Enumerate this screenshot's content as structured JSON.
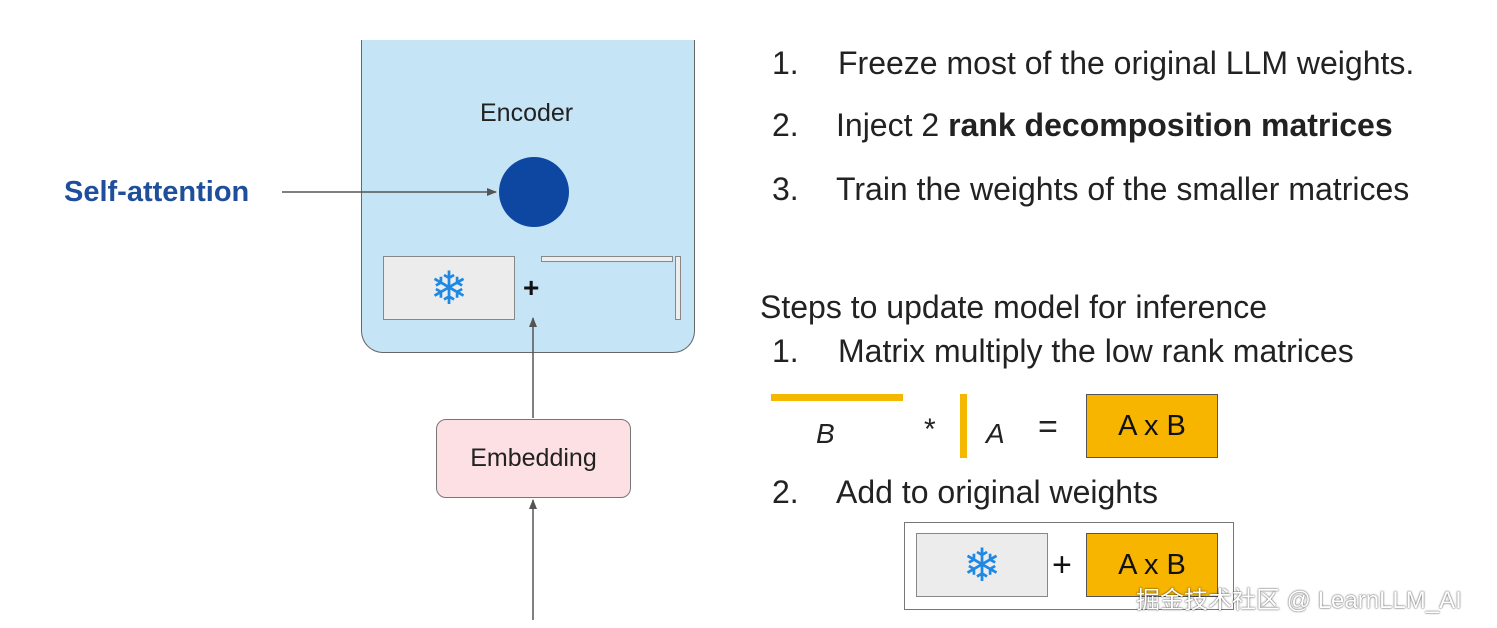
{
  "diagram": {
    "encoder_label": "Encoder",
    "self_attention_label": "Self-attention",
    "embedding_label": "Embedding",
    "frozen_icon": "snowflake-icon",
    "snowflake_glyph": "❄",
    "plus": "+"
  },
  "steps": {
    "s1_num": "1.",
    "s1_text": "Freeze most of the original LLM weights.",
    "s2_num": "2.",
    "s2_text_pre": "Inject 2 ",
    "s2_text_bold": "rank decomposition matrices",
    "s3_num": "3.",
    "s3_text": "Train the weights of the smaller matrices"
  },
  "inference": {
    "heading": "Steps to update model for inference",
    "i1_num": "1.",
    "i1_text": "Matrix multiply the low rank matrices",
    "i2_num": "2.",
    "i2_text": "Add to original weights"
  },
  "equation": {
    "b_label": "B",
    "star": "*",
    "a_label": "A",
    "equals": "=",
    "result": "A x B"
  },
  "add_box": {
    "plus": "+",
    "result": "A x B"
  },
  "watermark": "掘金技术社区 @ LearnLLM_AI",
  "colors": {
    "encoder_fill": "#c5e5f6",
    "attention_circle": "#0d47a1",
    "self_attention_text": "#1f4e9a",
    "embedding_fill": "#fde0e4",
    "lora_yellow": "#f7b500",
    "snowflake": "#1e88e5"
  }
}
